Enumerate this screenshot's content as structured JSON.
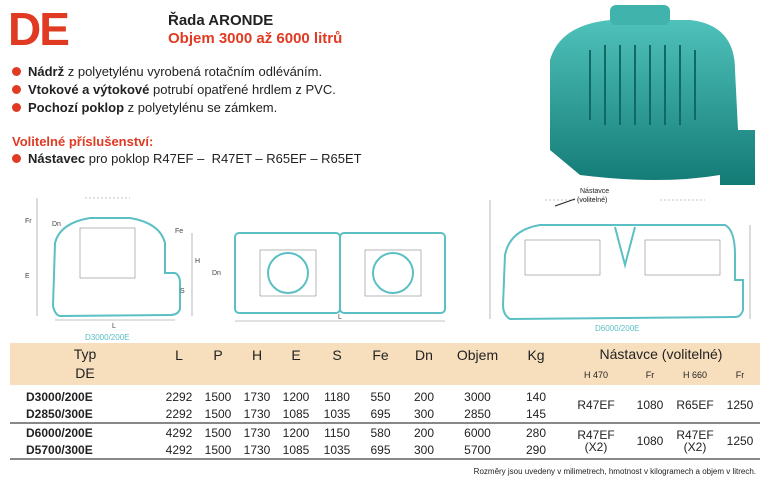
{
  "logo": "DE",
  "series_title": "Řada ARONDE",
  "volume_range": "Objem 3000 až 6000 litrů",
  "features": [
    {
      "bold": "Nádrž",
      "text": " z polyetylénu vyrobená rotačním odléváním."
    },
    {
      "bold": "Vtokové a výtokové",
      "text": " potrubí opatřené hrdlem z PVC."
    },
    {
      "bold": "Pochozí poklop",
      "text": " z polyetylénu se zámkem."
    }
  ],
  "optional": {
    "title": "Volitelné příslušenství:",
    "bold": "Nástavec",
    "text": " pro poklop R47EF –  R47ET – R65EF – R65ET"
  },
  "diagrams": {
    "label_small": "D3000/200E",
    "label_large": "D6000/200E",
    "nastavce_note_1": "Nástavce",
    "nastavce_note_2": "(volitelné)",
    "dims": {
      "fr": "Fr",
      "dn": "Dn",
      "fe": "Fe",
      "e": "E",
      "h": "H",
      "s": "S",
      "l": "L"
    }
  },
  "table": {
    "headers": {
      "typ": "Typ",
      "typ2": "DE",
      "l": "L",
      "p": "P",
      "h": "H",
      "e": "E",
      "s": "S",
      "fe": "Fe",
      "dn": "Dn",
      "objem": "Objem",
      "kg": "Kg",
      "nastavce": "Nástavce (volitelné)",
      "h470": "H 470",
      "fr1": "Fr",
      "h660": "H 660",
      "fr2": "Fr"
    },
    "rows": [
      {
        "typ": "D3000/200E",
        "l": "2292",
        "p": "1500",
        "h": "1730",
        "e": "1200",
        "s": "1180",
        "fe": "550",
        "dn": "200",
        "objem": "3000",
        "kg": "140"
      },
      {
        "typ": "D2850/300E",
        "l": "2292",
        "p": "1500",
        "h": "1730",
        "e": "1085",
        "s": "1035",
        "fe": "695",
        "dn": "300",
        "objem": "2850",
        "kg": "145"
      },
      {
        "typ": "D6000/200E",
        "l": "4292",
        "p": "1500",
        "h": "1730",
        "e": "1200",
        "s": "1150",
        "fe": "580",
        "dn": "200",
        "objem": "6000",
        "kg": "280"
      },
      {
        "typ": "D5700/300E",
        "l": "4292",
        "p": "1500",
        "h": "1730",
        "e": "1085",
        "s": "1035",
        "fe": "695",
        "dn": "300",
        "objem": "5700",
        "kg": "290"
      }
    ],
    "nastavce": [
      {
        "h470": "R47EF",
        "fr1": "1080",
        "h660": "R65EF",
        "fr2": "1250"
      },
      {
        "h470": "R47EF",
        "h470b": "(X2)",
        "fr1": "1080",
        "h660": "R47EF",
        "h660b": "(X2)",
        "fr2": "1250"
      }
    ]
  },
  "footnote": "Rozměry jsou uvedeny v milimetrech, hmotnost v kilogramech a objem v litrech.",
  "colors": {
    "accent": "#e03a22",
    "teal": "#2aa6a0",
    "header_bg": "#f7dfbd"
  }
}
